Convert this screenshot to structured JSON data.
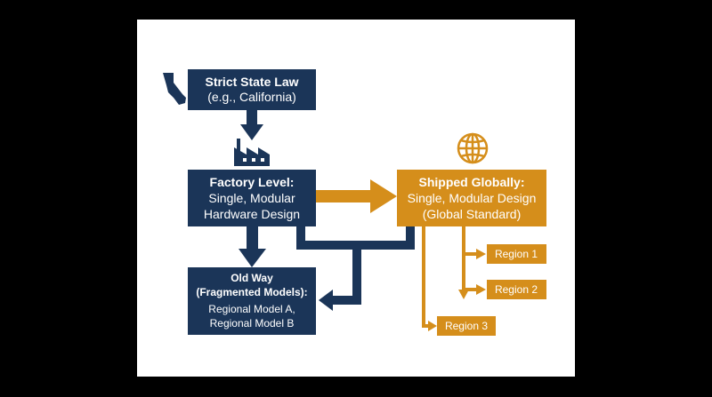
{
  "colors": {
    "page_background": "#000000",
    "canvas": "#ffffff",
    "navy": "#1b3558",
    "gold": "#d58e1b",
    "text_on_box": "#ffffff"
  },
  "icons": {
    "state": "california-state-icon",
    "factory": "factory-icon",
    "globe": "globe-icon"
  },
  "nodes": {
    "state_law": {
      "title": "Strict State Law",
      "line1": "(e.g., California)"
    },
    "factory": {
      "title": "Factory Level:",
      "line1": "Single, Modular",
      "line2": "Hardware Design"
    },
    "global": {
      "title": "Shipped Globally:",
      "line1": "Single, Modular Design",
      "line2": "(Global Standard)"
    },
    "old_way": {
      "title1": "Old Way",
      "title2": "(Fragmented Models):",
      "line1": "Regional Model A,",
      "line2": "Regional Model B"
    },
    "region1": {
      "label": "Region 1"
    },
    "region2": {
      "label": "Region 2"
    },
    "region3": {
      "label": "Region 3"
    }
  }
}
